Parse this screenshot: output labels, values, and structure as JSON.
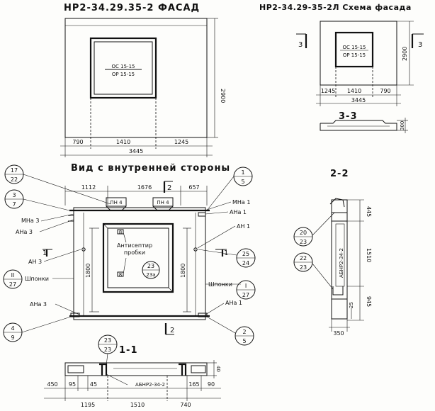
{
  "titles": {
    "facade": "НР2-34.29.35-2 ФАСАД",
    "facade_scheme": "НР2-34.29-35-2Л Схема фасада",
    "inner_view": "Вид с внутренней стороны",
    "section_11": "1-1",
    "section_22": "2-2",
    "section_33": "3-3"
  },
  "facade": {
    "window_top": "ОС 15-15",
    "window_bottom": "ОР 15-15",
    "dim_left": "790",
    "dim_mid": "1410",
    "dim_right": "1245",
    "dim_total": "3445",
    "dim_height": "2900"
  },
  "scheme": {
    "window_top": "ОС 15-15",
    "window_bottom": "ОР 15-15",
    "dim_left": "1245",
    "dim_mid": "1410",
    "dim_right": "790",
    "dim_total": "3445",
    "dim_height": "2900",
    "cut_left": "3",
    "cut_right": "3",
    "section_dim": "300"
  },
  "inner": {
    "dim_top_left": "1112",
    "dim_top_mid": "1676",
    "dim_top_right": "657",
    "cut_top": "2",
    "cut_bottom": "2",
    "cut_left": "1",
    "cut_right": "1",
    "pn_left": "ПН 4",
    "pn_right": "ПН 4",
    "mna1": "МНа 1",
    "ana1_top": "АНа 1",
    "an1": "АН 1",
    "mna3": "МНа 3",
    "ana3_top": "АНа 3",
    "an3": "АН 3",
    "ana3_bottom": "АНа 3",
    "ana1_bottom": "АНа 1",
    "shponki_left": "Шпонки",
    "shponki_right": "Шпонки",
    "antiseptic_1": "Антисептир",
    "antiseptic_2": "пробки",
    "dim_h_left": "1800",
    "dim_h_right": "1800",
    "b1_top": "17",
    "b1_bot": "22",
    "b2_top": "3",
    "b2_bot": "7",
    "b3_top": "II",
    "b3_bot": "27",
    "b4_top": "4",
    "b4_bot": "9",
    "b5_top": "1",
    "b5_bot": "5",
    "b6_top": "25",
    "b6_bot": "24",
    "b7_top": "I",
    "b7_bot": "27",
    "b8_top": "2",
    "b8_bot": "5",
    "b9_top": "23",
    "b9_bot": "23а",
    "sq_top": "8",
    "sq_bot": "8"
  },
  "sec11": {
    "b_top": "23",
    "b_bot": "23",
    "label": "АБНР2-34-2",
    "dim_450": "450",
    "dim_95": "95",
    "dim_45": "45",
    "dim_165": "165",
    "dim_90": "90",
    "dim_40": "40",
    "dim_1195": "1195",
    "dim_1510": "1510",
    "dim_740": "740"
  },
  "sec22": {
    "b1_top": "20",
    "b1_bot": "23",
    "b2_top": "22",
    "b2_bot": "23",
    "label": "АБНР2-34-2",
    "dim_445": "445",
    "dim_1510": "1510",
    "dim_945": "945",
    "dim_25": "25",
    "dim_350": "350"
  }
}
